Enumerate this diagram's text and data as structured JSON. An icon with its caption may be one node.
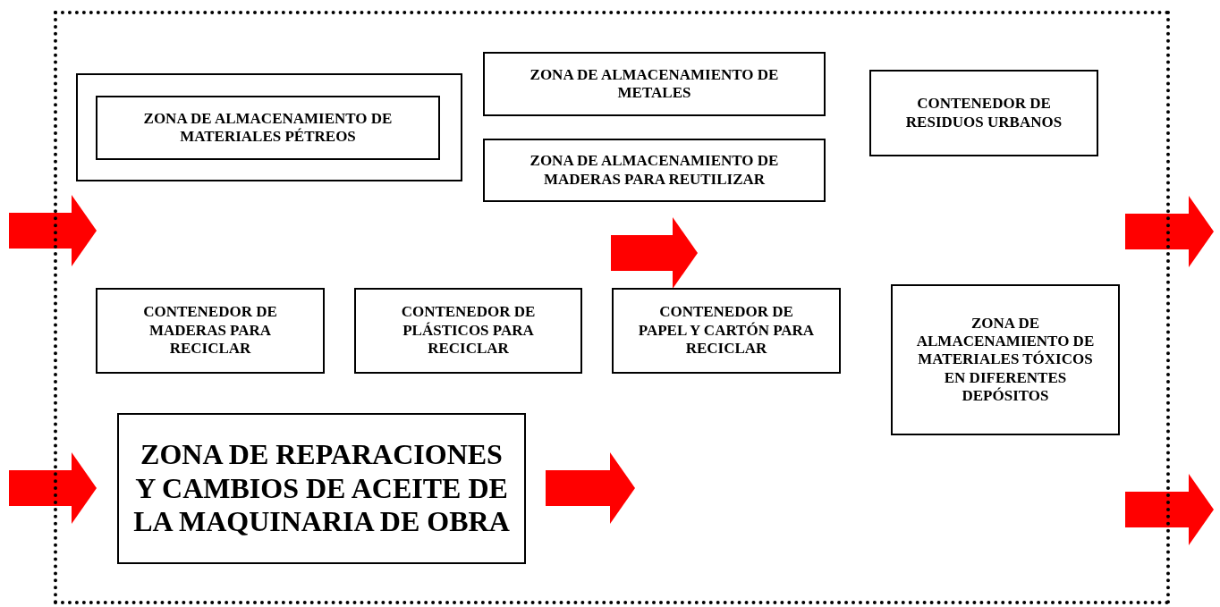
{
  "diagram": {
    "nodes": [
      {
        "text": [],
        "shape": "box"
      },
      {
        "text": [],
        "shape": "box",
        "in": 0
      },
      {
        "text": [
          "ZONA DE ALMACENAMIENTO DE MATERIALES PÉTREOS"
        ],
        "in": 1
      },
      {
        "text": [
          "ZONA DE ALMACENAMIENTO DE METALES"
        ],
        "in": 0
      },
      {
        "text": [
          "ZONA DE ALMACENAMIENTO DE MADERAS PARA REUTILIZAR"
        ],
        "in": 0
      },
      {
        "text": [
          "CONTENEDOR DE RESIDUOS URBANOS"
        ],
        "in": 0
      },
      {
        "text": [
          "CONTENEDOR DE MADERAS PARA RECICLAR"
        ],
        "in": 0
      },
      {
        "text": [
          "CONTENEDOR DE PLÁSTICOS PARA RECICLAR"
        ],
        "in": 0
      },
      {
        "text": [
          "CONTENEDOR DE PAPEL Y CARTÓN PARA RECICLAR"
        ],
        "in": 0
      },
      {
        "text": [
          "ZONA DE ALMACENAMIENTO DE MATERIALES TÓXICOS EN DIFERENTES DEPÓSITOS"
        ],
        "in": 0
      },
      {
        "text": [
          "ZONA DE REPARACIONES Y CAMBIOS DE ACEITE DE LA MAQUINARIA DE OBRA"
        ],
        "in": 0
      }
    ],
    "edges": []
  }
}
